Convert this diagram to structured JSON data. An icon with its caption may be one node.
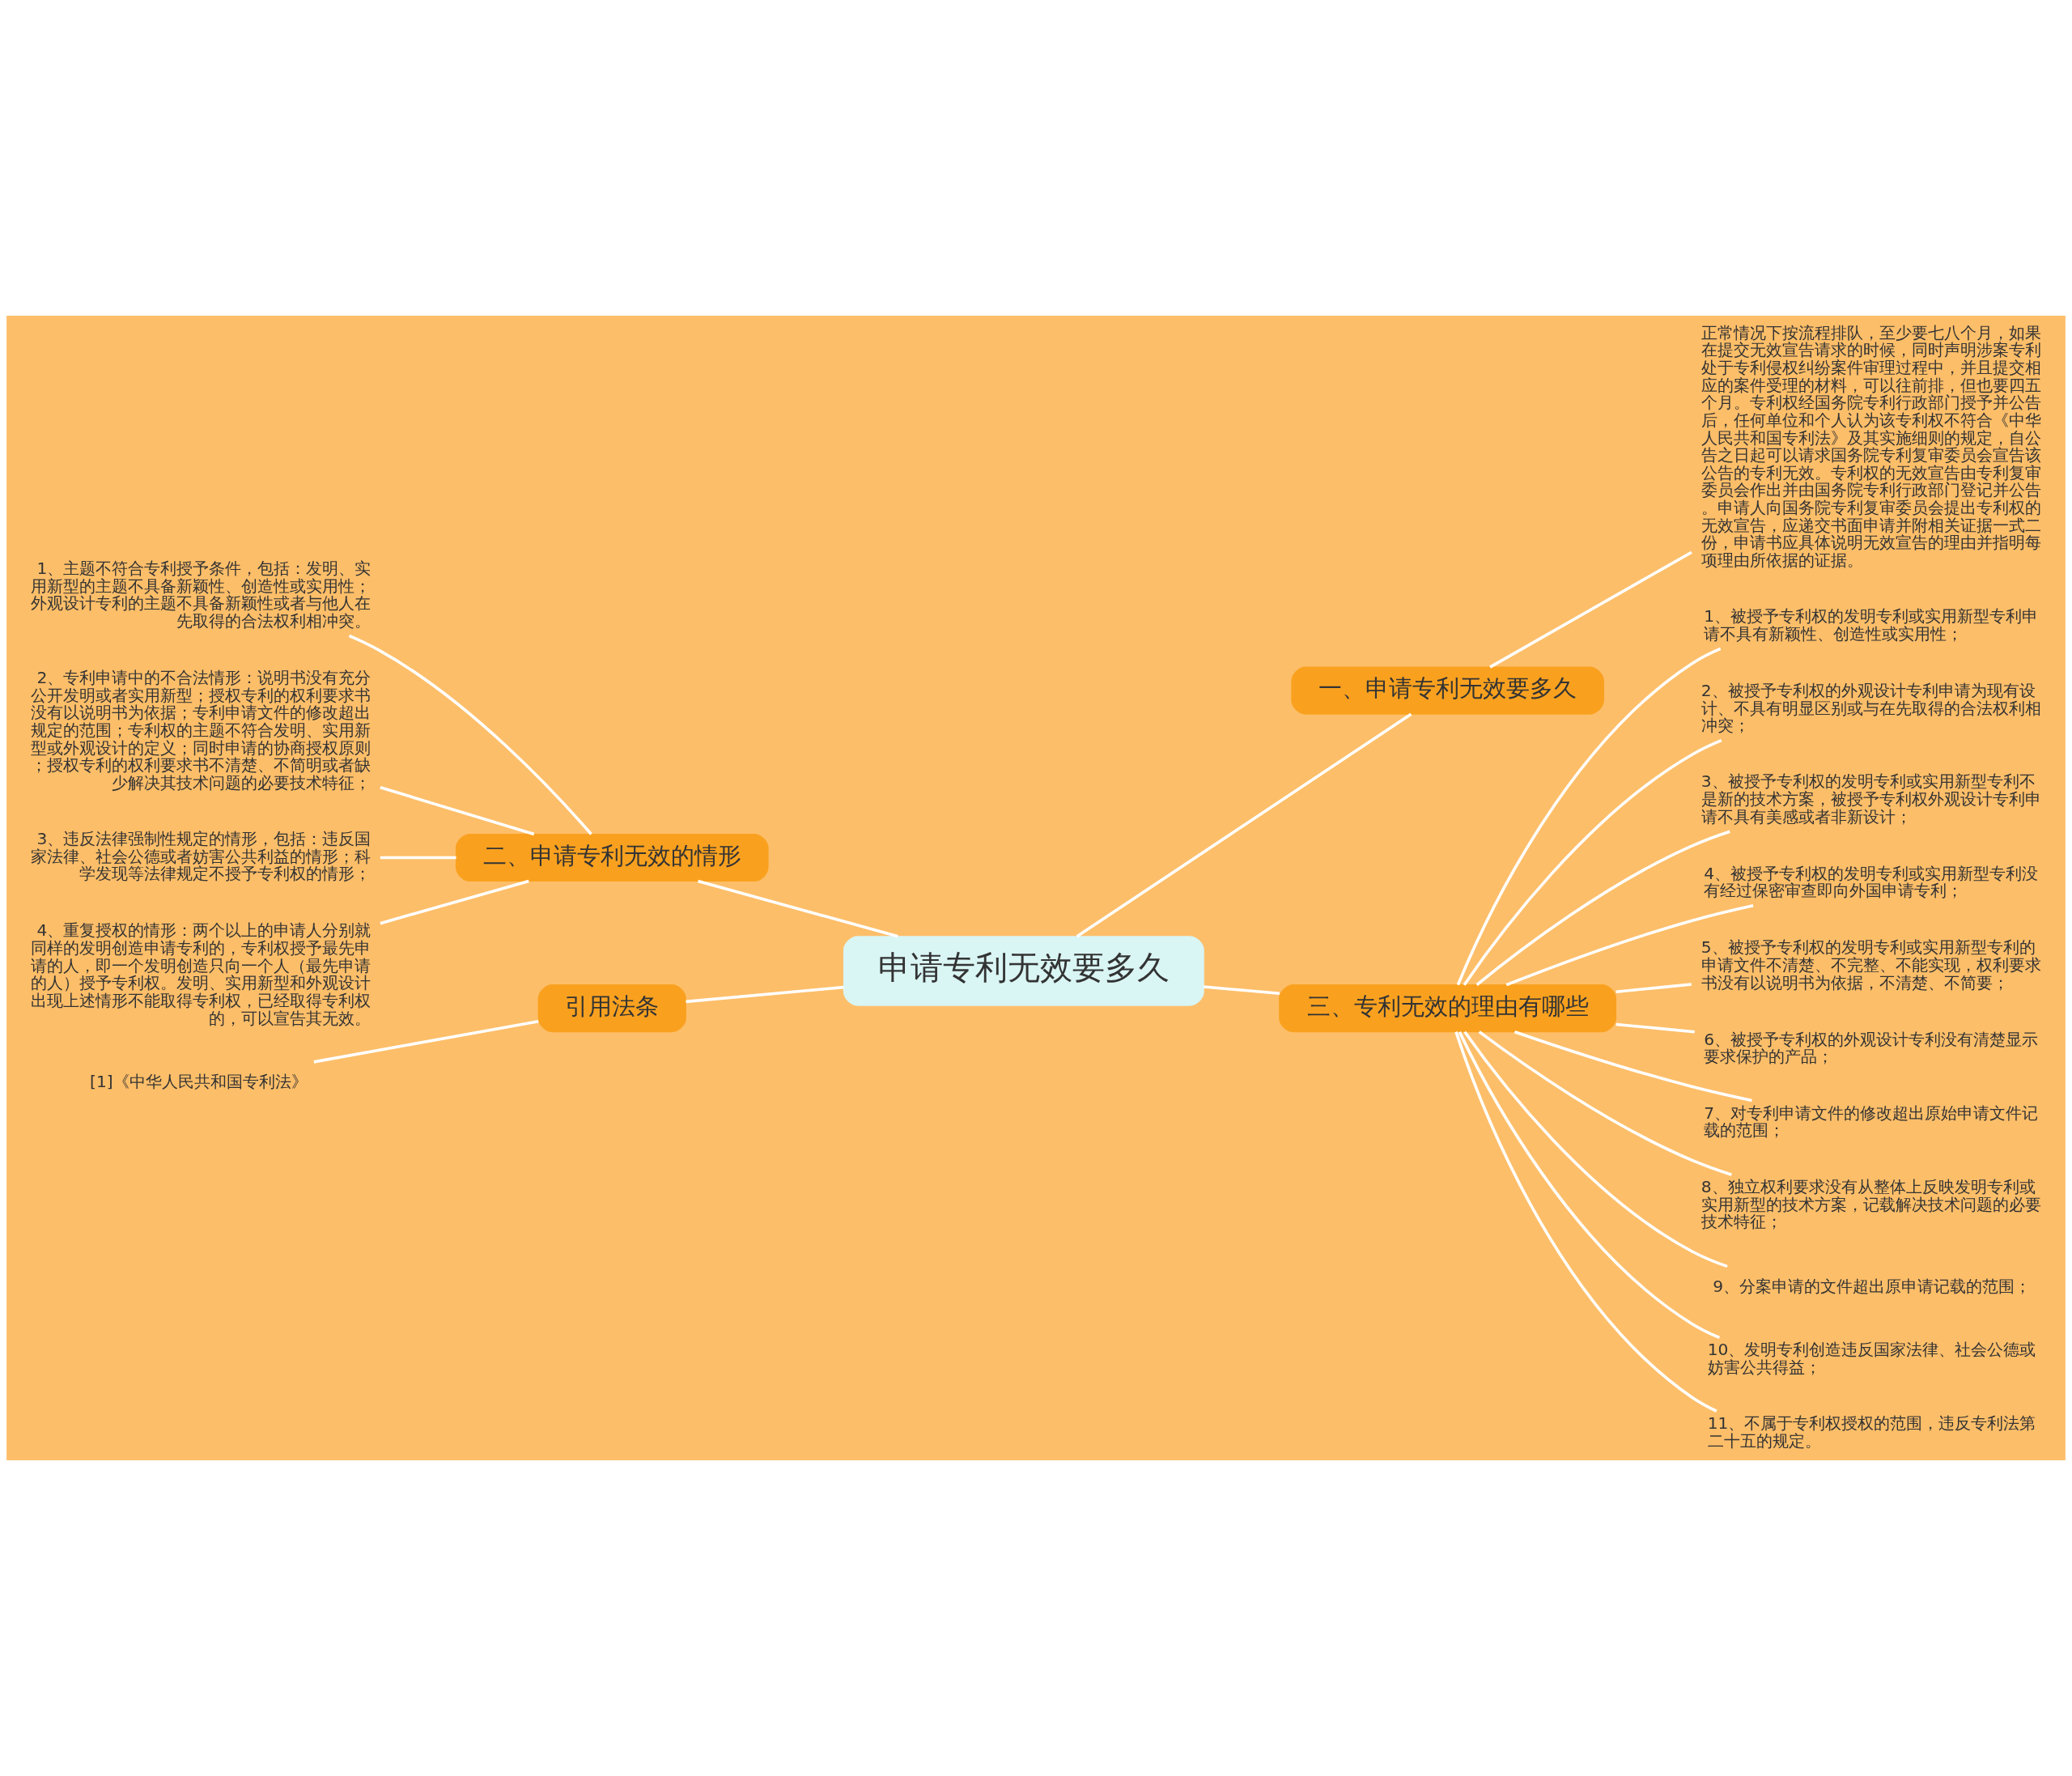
{
  "diagram": {
    "nodes": [
      {
        "text": [
          "申请专利无效要多久"
        ]
      },
      {
        "text": [
          "一、申请专利无效要多久"
        ]
      },
      {
        "text": [
          "正常情况下按流程排队，至少要七八个月，如果在提交无效宣告请求的时候，同时声明涉案专利处于专利侵权纠纷案件审理过程中，并且提交相应的案件受理的材料，可以往前排，但也要四五个月。专利权经国务院专利行政部门授予并公告后，任何单位和个人认为该专利权不符合《中华人民共和国专利法》及其实施细则的规定，自公告之日起可以请求国务院专利复审委员会宣告该公告的专利无效。专利权的无效宣告由专利复审委员会作出并由国务院专利行政部门登记并公告。申请人向国务院专利复审委员会提出专利权的无效宣告，应递交书面申请并附相关证据一式二份，申请书应具体说明无效宣告的理由并指明每项理由所依据的证据。"
        ]
      },
      {
        "text": [
          "二、申请专利无效的情形"
        ]
      },
      {
        "text": [
          "1、主题不符合专利授予条件，包括：发明、实用新型的主题不具备新颖性、创造性或实用性；外观设计专利的主题不具备新颖性或者与他人在先取得的合法权利相冲突。"
        ]
      },
      {
        "text": [
          "2、专利申请中的不合法情形：说明书没有充分公开发明或者实用新型；授权专利的权利要求书没有以说明书为依据；专利申请文件的修改超出规定的范围；专利权的主题不符合发明、实用新型或外观设计的定义；同时申请的协商授权原则；授权专利的权利要求书不清楚、不简明或者缺少解决其技术问题的必要技术特征；"
        ]
      },
      {
        "text": [
          "3、违反法律强制性规定的情形，包括：违反国家法律、社会公德或者妨害公共利益的情形；科学发现等法律规定不授予专利权的情形；"
        ]
      },
      {
        "text": [
          "4、重复授权的情形：两个以上的申请人分别就同样的发明创造申请专利的，专利权授予最先申请的人，即一个发明创造只向一个人（最先申请的人）授予专利权。发明、实用新型和外观设计出现上述情形不能取得专利权，已经取得专利权的，可以宣告其无效。"
        ]
      },
      {
        "text": [
          "引用法条"
        ]
      },
      {
        "text": [
          "[1]《中华人民共和国专利法》"
        ]
      },
      {
        "text": [
          "三、专利无效的理由有哪些"
        ]
      },
      {
        "text": [
          "1、被授予专利权的发明专利或实用新型专利申请不具有新颖性、创造性或实用性；"
        ]
      },
      {
        "text": [
          "2、被授予专利权的外观设计专利申请为现有设计、不具有明显区别或与在先取得的合法权利相冲突；"
        ]
      },
      {
        "text": [
          "3、被授予专利权的发明专利或实用新型专利不是新的技术方案，被授予专利权外观设计专利申请不具有美感或者非新设计；"
        ]
      },
      {
        "text": [
          "4、被授予专利权的发明专利或实用新型专利没有经过保密审查即向外国申请专利；"
        ]
      },
      {
        "text": [
          "5、被授予专利权的发明专利或实用新型专利的申请文件不清楚、不完整、不能实现，权利要求书没有以说明书为依据，不清楚、不简要；"
        ]
      },
      {
        "text": [
          "6、被授予专利权的外观设计专利没有清楚显示要求保护的产品；"
        ]
      },
      {
        "text": [
          "7、对专利申请文件的修改超出原始申请文件记载的范围；"
        ]
      },
      {
        "text": [
          "8、独立权利要求没有从整体上反映发明专利或实用新型的技术方案，记载解决技术问题的必要技术特征；"
        ]
      },
      {
        "text": [
          "9、分案申请的文件超出原申请记载的范围；"
        ]
      },
      {
        "text": [
          "10、发明专利创造违反国家法律、社会公德或妨害公共得益；"
        ]
      },
      {
        "text": [
          "11、不属于专利权授权的范围，违反专利法第二十五的规定。"
        ]
      }
    ],
    "edges": [
      {
        "from": 0,
        "to": 1,
        "arrow": "none"
      },
      {
        "from": 1,
        "to": 2,
        "arrow": "none"
      },
      {
        "from": 0,
        "to": 3,
        "arrow": "none"
      },
      {
        "from": 3,
        "to": 4,
        "arrow": "none"
      },
      {
        "from": 3,
        "to": 5,
        "arrow": "none"
      },
      {
        "from": 3,
        "to": 6,
        "arrow": "none"
      },
      {
        "from": 3,
        "to": 7,
        "arrow": "none"
      },
      {
        "from": 0,
        "to": 8,
        "arrow": "none"
      },
      {
        "from": 8,
        "to": 9,
        "arrow": "none"
      },
      {
        "from": 0,
        "to": 10,
        "arrow": "none"
      },
      {
        "from": 10,
        "to": 11,
        "arrow": "none"
      },
      {
        "from": 10,
        "to": 12,
        "arrow": "none"
      },
      {
        "from": 10,
        "to": 13,
        "arrow": "none"
      },
      {
        "from": 10,
        "to": 14,
        "arrow": "none"
      },
      {
        "from": 10,
        "to": 15,
        "arrow": "none"
      },
      {
        "from": 10,
        "to": 16,
        "arrow": "none"
      },
      {
        "from": 10,
        "to": 17,
        "arrow": "none"
      },
      {
        "from": 10,
        "to": 18,
        "arrow": "none"
      },
      {
        "from": 10,
        "to": 19,
        "arrow": "none"
      },
      {
        "from": 10,
        "to": 20,
        "arrow": "none"
      },
      {
        "from": 10,
        "to": 21,
        "arrow": "none"
      }
    ]
  }
}
